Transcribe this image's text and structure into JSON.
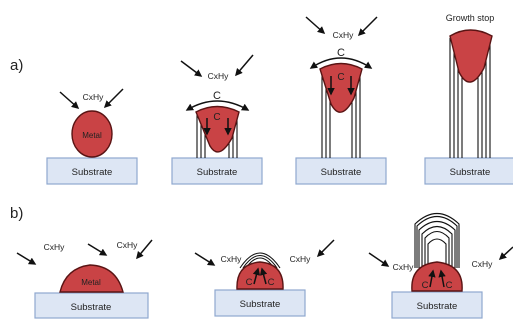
{
  "panel_a": {
    "label": "a)",
    "gas": "CxHy",
    "carbon": "C",
    "metal": "Metal",
    "substrate": "Substrate",
    "growth_stop": "Growth stop"
  },
  "panel_b": {
    "label": "b)",
    "gas": "CxHy",
    "carbon": "C",
    "metal": "Metal",
    "substrate": "Substrate"
  },
  "colors": {
    "metal_fill": "#c94345",
    "metal_stroke": "#5a1414",
    "substrate_fill": "#dde6f4",
    "substrate_stroke": "#8fa8cf",
    "fiber": "#111111"
  }
}
